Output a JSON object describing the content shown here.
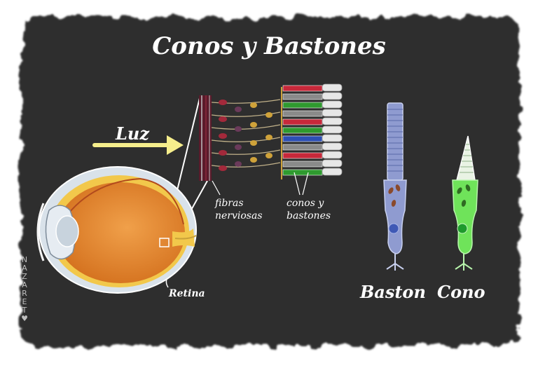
{
  "title": "Conos y Bastones",
  "light_label": "Luz",
  "nerve_fibers_label": [
    "fibras",
    "nerviosas"
  ],
  "cones_rods_label": [
    "conos y",
    "bastones"
  ],
  "retina_label": "Retina",
  "rod_label": "Baston",
  "cone_label": "Cono",
  "signature": "NAZARET",
  "colors": {
    "board": "#2e2e2e",
    "arrow": "#f6ee8c",
    "eye_iris": "#e8892e",
    "rod": "#8f9bd0",
    "cone": "#6fe35a",
    "nucleus_rod": "#3f59b5",
    "nucleus_cone": "#1e9a2c"
  }
}
